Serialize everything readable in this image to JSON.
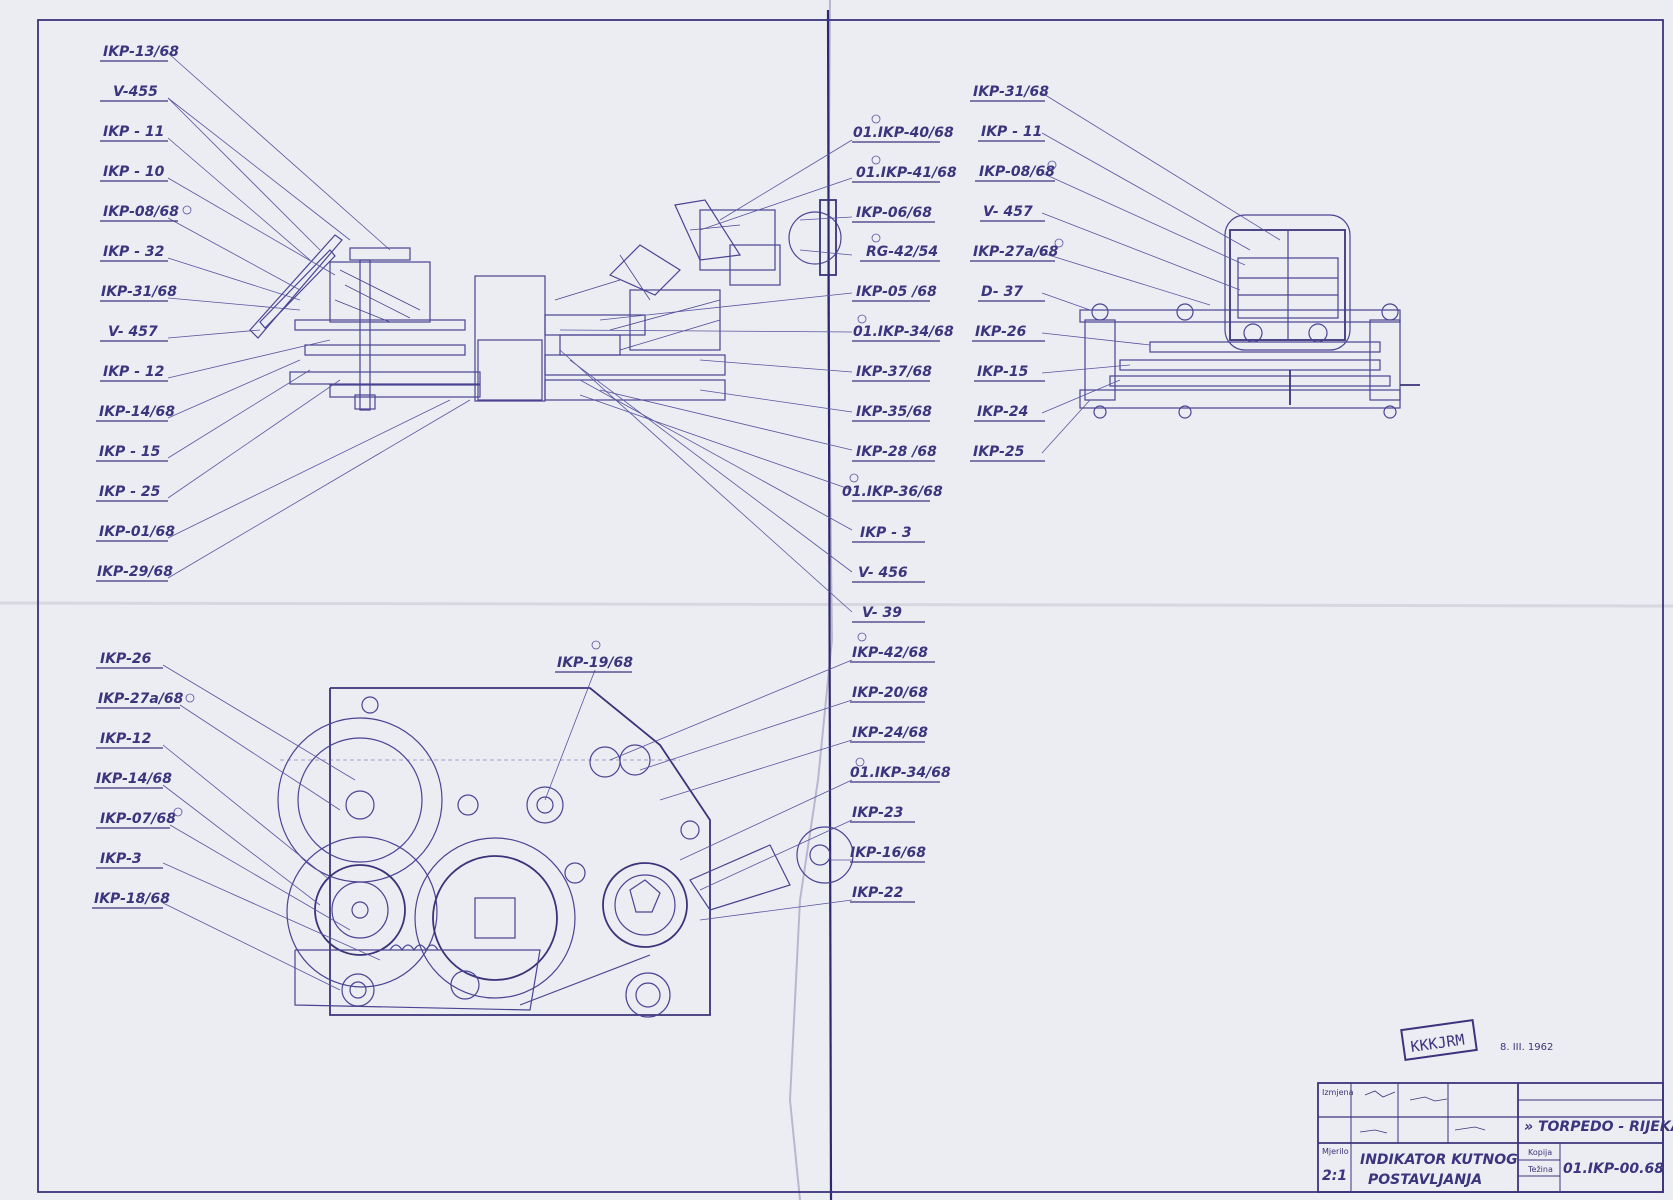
{
  "colors": {
    "paper": "#ecedf2",
    "ink": "#3c347c"
  },
  "labels": {
    "top_left": [
      "IKP-13/68",
      "V-455",
      "IKP - 11",
      "IKP - 10",
      "IKP-08/68",
      "IKP - 32",
      "IKP-31/68",
      "V- 457",
      "IKP - 12",
      "IKP-14/68",
      "IKP - 15",
      "IKP - 25",
      "IKP-01/68",
      "IKP-29/68"
    ],
    "top_middle": [
      "01.IKP-40/68",
      "01.IKP-41/68",
      "IKP-06/68",
      "RG-42/54",
      "IKP-05 /68",
      "01.IKP-34/68",
      "IKP-37/68",
      "IKP-35/68",
      "IKP-28 /68",
      "01.IKP-36/68",
      "IKP - 3",
      "V- 456",
      "V- 39"
    ],
    "top_right": [
      "IKP-31/68",
      "IKP - 11",
      "IKP-08/68",
      "V- 457",
      "IKP-27a/68",
      "D- 37",
      "IKP-26",
      "IKP-15",
      "IKP-24",
      "IKP-25"
    ],
    "bottom_left": [
      "IKP-26",
      "IKP-27a/68",
      "IKP-12",
      "IKP-14/68",
      "IKP-07/68",
      "IKP-3",
      "IKP-18/68"
    ],
    "bottom_center": "IKP-19/68",
    "bottom_middle": [
      "IKP-42/68",
      "IKP-20/68",
      "IKP-24/68",
      "01.IKP-34/68",
      "IKP-23",
      "IKP-16/68",
      "IKP-22"
    ]
  },
  "stamp": {
    "text": "KKKJRM",
    "date": "8. III. 1962"
  },
  "title_block": {
    "revision": "Izmjena",
    "scale_label": "Mjerilo",
    "scale": "2:1",
    "title_line1": "INDIKATOR KUTNOG",
    "title_line2": "POSTAVLJANJA",
    "company": "» TORPEDO - RIJEKA «",
    "drawing_number": "01.IKP-00.68",
    "field_kopija": "Kopija",
    "field_tezina": "Težina"
  }
}
